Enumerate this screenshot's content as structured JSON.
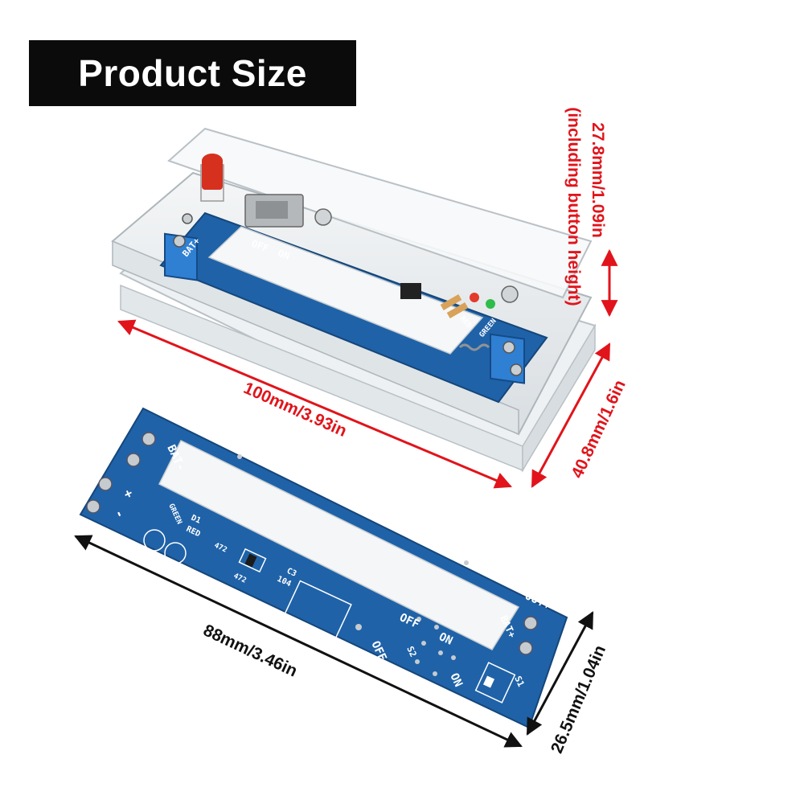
{
  "header": {
    "title": "Product Size"
  },
  "dimensions": {
    "case_height": "27.8mm/1.09in",
    "case_height_note": "(including button height)",
    "case_length": "100mm/3.93in",
    "case_width": "40.8mm/1.6in",
    "board_length": "88mm/3.46in",
    "board_width": "26.5mm/1.04in"
  },
  "pcb_silkscreen": {
    "bat_plus": "BAT+",
    "bat_minus": "BAT-",
    "out_plus": "OUT+",
    "off": "OFF",
    "on": "ON",
    "green": "GREEN",
    "red": "RED",
    "d1": "D1",
    "s1": "S1",
    "s2": "S2",
    "c3": "C3",
    "c104": "104",
    "r472": "472",
    "plus": "+",
    "minus": "-"
  },
  "colors": {
    "dimension_red": "#e1141b",
    "pcb_blue": "#1f62a8",
    "title_bg": "#0b0b0b",
    "acrylic": "#e8edf0"
  }
}
